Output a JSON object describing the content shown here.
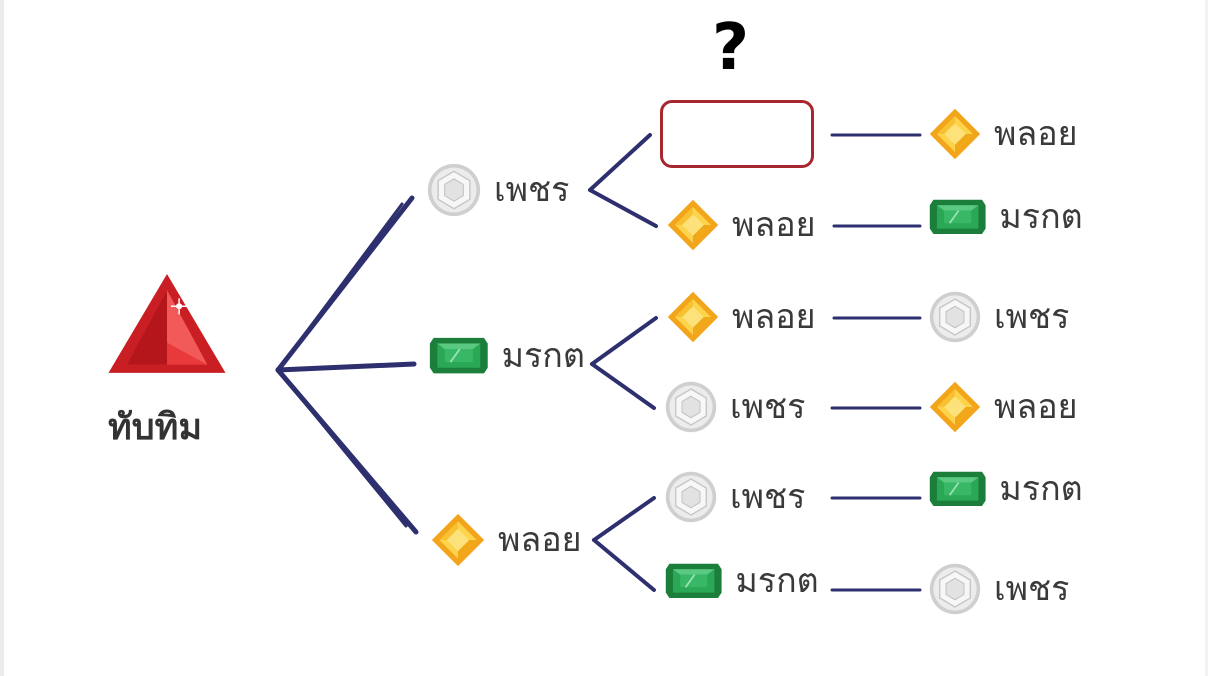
{
  "root": {
    "label": "ทับทิม",
    "gem": "ruby"
  },
  "question_mark": "?",
  "colors": {
    "connector": "#2e2f6e",
    "blank_box_border": "#a8262e",
    "ruby": "#d8232a",
    "emerald": "#1f9a4a",
    "topaz": "#f5b91e",
    "diamond": "#d9d9d9"
  },
  "branches": [
    {
      "gem": "diamond",
      "label": "เพชร",
      "children": [
        {
          "blank": true,
          "gem": "",
          "label": "",
          "next": {
            "gem": "topaz",
            "label": "พลอย"
          }
        },
        {
          "gem": "topaz",
          "label": "พลอย",
          "next": {
            "gem": "emerald",
            "label": "มรกต"
          }
        }
      ]
    },
    {
      "gem": "emerald",
      "label": "มรกต",
      "children": [
        {
          "gem": "topaz",
          "label": "พลอย",
          "next": {
            "gem": "diamond",
            "label": "เพชร"
          }
        },
        {
          "gem": "diamond",
          "label": "เพชร",
          "next": {
            "gem": "topaz",
            "label": "พลอย"
          }
        }
      ]
    },
    {
      "gem": "topaz",
      "label": "พลอย",
      "children": [
        {
          "gem": "diamond",
          "label": "เพชร",
          "next": {
            "gem": "emerald",
            "label": "มรกต"
          }
        },
        {
          "gem": "emerald",
          "label": "มรกต",
          "next": {
            "gem": "diamond",
            "label": "เพชร"
          }
        }
      ]
    }
  ]
}
